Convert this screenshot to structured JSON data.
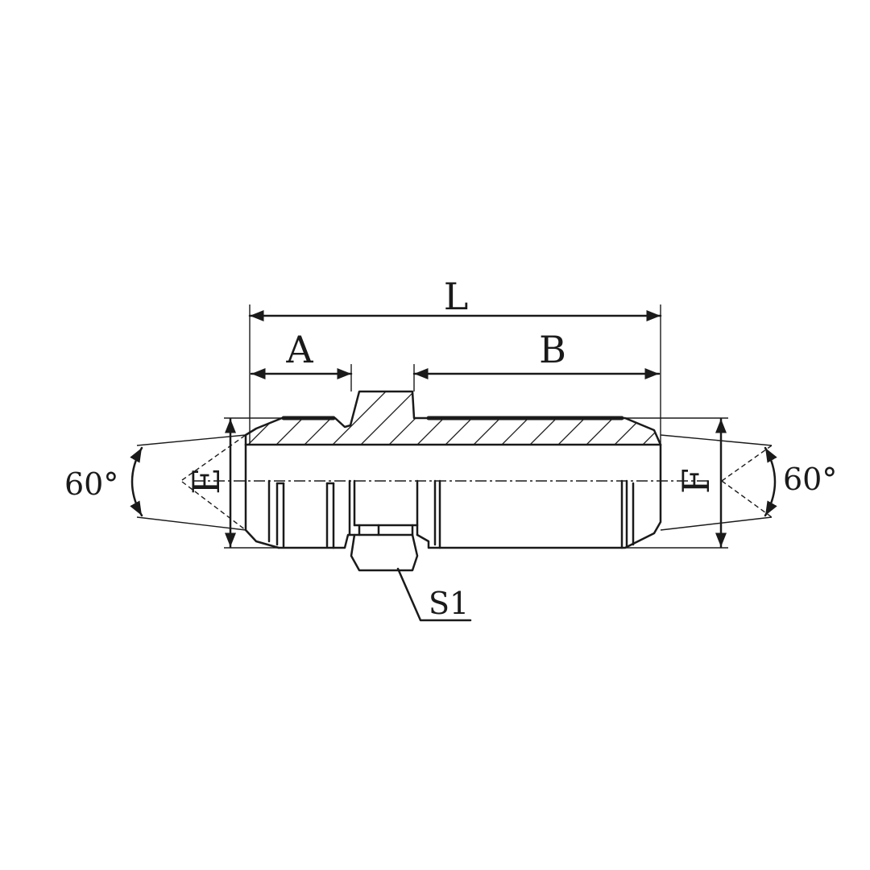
{
  "labels": {
    "overall_length": "L",
    "end_a_length": "A",
    "end_b_length": "B",
    "left_diameter": "E",
    "right_diameter": "F",
    "left_angle": "60°",
    "right_angle": "60°",
    "hex_size": "S1"
  }
}
